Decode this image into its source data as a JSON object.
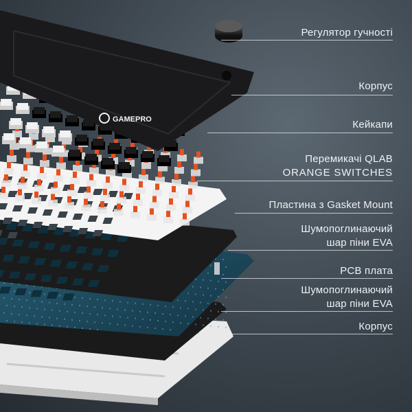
{
  "image": {
    "subject": "exploded-view-keyboard",
    "colors": {
      "background": "#3a434b",
      "case": "#1c1c1e",
      "white_keys": "#f2f2f2",
      "black_keys": "#1a1a1a",
      "switch_accent": "#e8501e",
      "plate": "#f5f5f5",
      "foam": "#222222",
      "pcb": "#1d4a5e"
    }
  },
  "logo": {
    "text": "GAMEPRO"
  },
  "labels": {
    "volume_knob": "Регулятор гучності",
    "case_top": "Корпус",
    "keycaps": "Кейкапи",
    "switches_line1": "Перемикачі QLAB",
    "switches_line2": "ORANGE SWITCHES",
    "plate": "Пластина з Gasket Mount",
    "foam_top_line1": "Шумопоглинаючий",
    "foam_top_line2": "шар піни EVA",
    "pcb": "PCB плата",
    "foam_bottom_line1": "Шумопоглинаючий",
    "foam_bottom_line2": "шар піни EVA",
    "case_bottom": "Корпус"
  }
}
